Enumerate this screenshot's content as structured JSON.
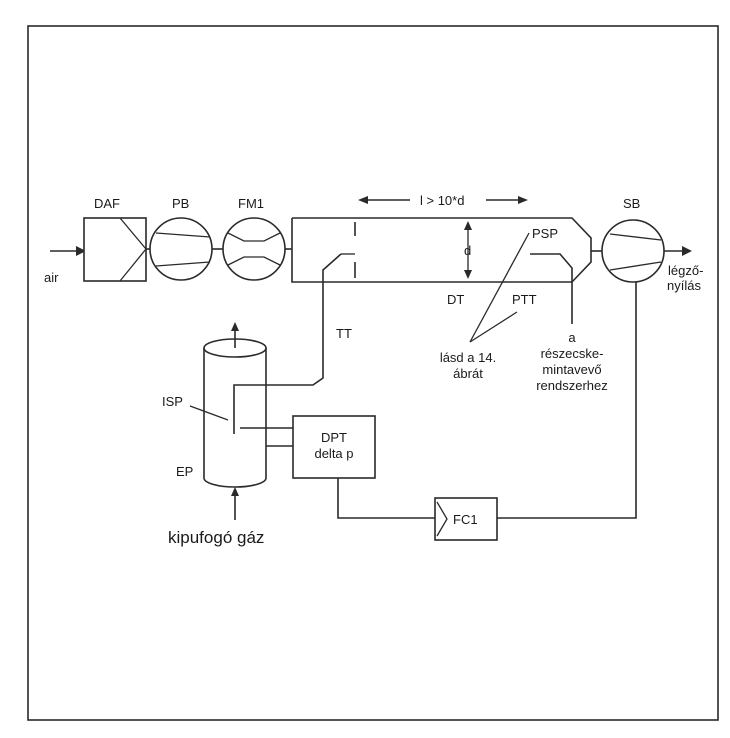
{
  "labels": {
    "daf": "DAF",
    "pb": "PB",
    "fm1": "FM1",
    "sb": "SB",
    "length_rule": "l > 10*d",
    "d": "d",
    "psp": "PSP",
    "dt": "DT",
    "ptt": "PTT",
    "tt": "TT",
    "air": "air",
    "breathing_opening_1": "légző-",
    "breathing_opening_2": "nyílás",
    "see_fig_1": "lásd a 14.",
    "see_fig_2": "ábrát",
    "particle_1": "a",
    "particle_2": "részecske-",
    "particle_3": "mintavevő",
    "particle_4": "rendszerhez",
    "isp": "ISP",
    "ep": "EP",
    "dpt": "DPT",
    "delta_p": "delta p",
    "fc1": "FC1",
    "exhaust_gas": "kipufogó gáz"
  }
}
